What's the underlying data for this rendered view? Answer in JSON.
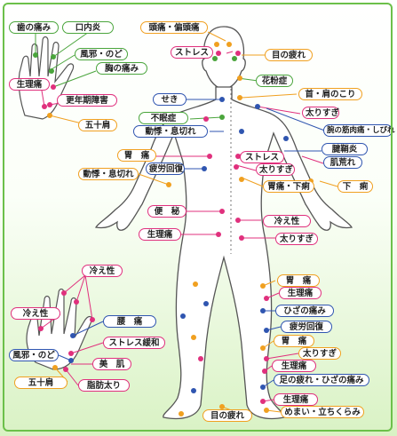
{
  "colors": {
    "green": "#4aa53c",
    "pink": "#e0307d",
    "orange": "#f0a020",
    "blue": "#2f55b0",
    "frame": "#6cc04a"
  },
  "labels": {
    "tooth": "歯の痛み",
    "stomatitis": "口内炎",
    "cold_throat": "風邪・のど",
    "stomach_ache_hand": "胸の痛み",
    "menstrual_1": "生理痛",
    "menopause": "更年期障害",
    "frozen_shoulder_1": "五十肩",
    "headache": "頭痛・偏頭痛",
    "stress_1": "ストレス",
    "eye_fatigue_1": "目の疲れ",
    "hay_fever": "花粉症",
    "neck_shoulder": "首・肩のこり",
    "cough": "せき",
    "too_fat_1": "太りすぎ",
    "insomnia": "不眠症",
    "arm_pain": "腕の筋肉痛・しびれ",
    "palpitation_1": "動悸・息切れ",
    "tendonitis": "腱鞘炎",
    "stomach_1": "胃　痛",
    "stress_2": "ストレス",
    "rough_skin_1": "肌荒れ",
    "fatigue_1": "疲労回復",
    "too_fat_2": "太りすぎ",
    "stomach_diarrhea": "胃痛・下痢",
    "palpitation_2": "動悸・息切れ",
    "diarrhea": "下　痢",
    "constipation": "便　秘",
    "cold_1": "冷え性",
    "menstrual_2": "生理痛",
    "too_fat_3": "太りすぎ",
    "stomach_2": "胃　痛",
    "menstrual_3": "生理痛",
    "cold_2": "冷え性",
    "knee": "ひざの痛み",
    "cold_3": "冷え性",
    "back_pain": "腰　痛",
    "fatigue_2": "疲労回復",
    "stress_relief": "ストレス緩和",
    "stomach_3": "胃　痛",
    "cold_throat_2": "風邪・のど",
    "beauty_skin": "美　肌",
    "too_fat_4": "太りすぎ",
    "menstrual_4": "生理痛",
    "frozen_shoulder_2": "五十肩",
    "fat_gain": "脂肪太り",
    "foot_fatigue": "足の疲れ・ひざの痛み",
    "menstrual_5": "生理痛",
    "eye_fatigue_2": "目の疲れ",
    "dizziness": "めまい・立ちくらみ"
  }
}
